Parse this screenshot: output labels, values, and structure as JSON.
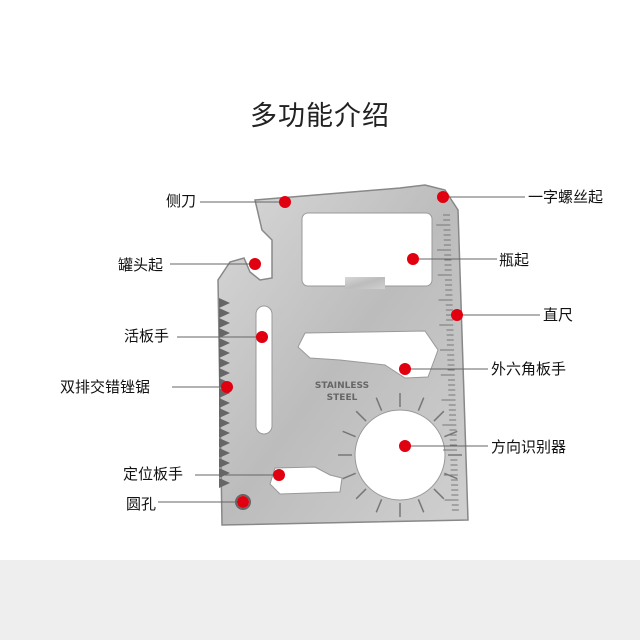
{
  "title": "多功能介绍",
  "card_engraving": [
    "STAINLESS",
    "STEEL"
  ],
  "labels_left": [
    {
      "id": "side-knife",
      "text": "侧刀"
    },
    {
      "id": "can-opener",
      "text": "罐头起"
    },
    {
      "id": "adjustable-wrench",
      "text": "活板手"
    },
    {
      "id": "double-saw",
      "text": "双排交错锉锯"
    },
    {
      "id": "positioning-wrench",
      "text": "定位板手"
    },
    {
      "id": "round-hole",
      "text": "圆孔"
    }
  ],
  "labels_right": [
    {
      "id": "flat-screwdriver",
      "text": "一字螺丝起"
    },
    {
      "id": "bottle-opener",
      "text": "瓶起"
    },
    {
      "id": "ruler",
      "text": "直尺"
    },
    {
      "id": "hex-wrench",
      "text": "外六角板手"
    },
    {
      "id": "direction-finder",
      "text": "方向识别器"
    }
  ],
  "colors": {
    "dot": "#e00010",
    "line": "#666666",
    "steel": "#c9c9c9",
    "bottom_band": "#ececec"
  }
}
